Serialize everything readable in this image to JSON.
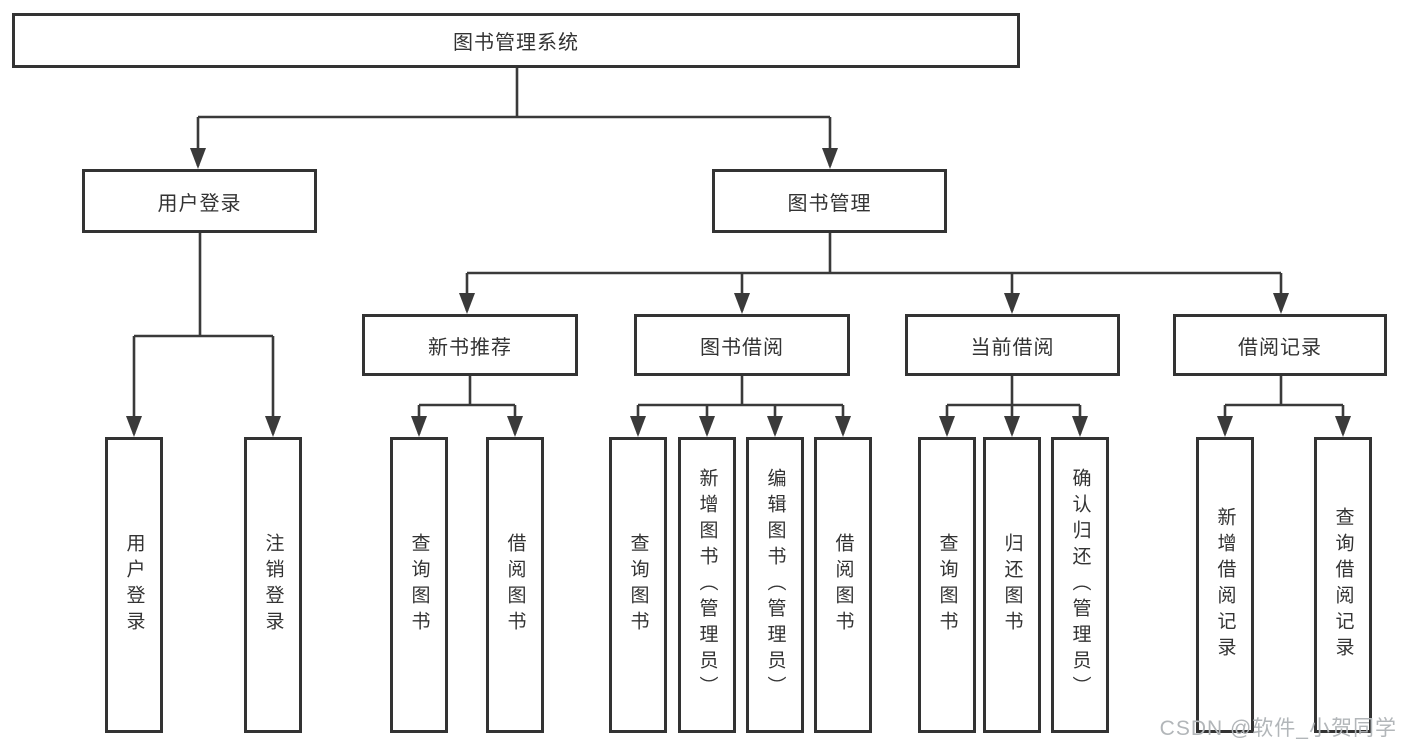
{
  "colors": {
    "line": "#3a3a3a",
    "box_border": "#333333",
    "text": "#333333",
    "background": "#ffffff",
    "watermark": "#b2b6b9"
  },
  "watermark": "CSDN @软件_小贺同学",
  "nodes": {
    "root": "图书管理系统",
    "user_login": "用户登录",
    "book_mgmt": "图书管理",
    "new_book_rec": "新书推荐",
    "book_borrow": "图书借阅",
    "current_borrow": "当前借阅",
    "borrow_records": "借阅记录",
    "leaf_user_login": "用户登录",
    "leaf_logout": "注销登录",
    "leaf_nbr_query_book": "查询图书",
    "leaf_nbr_borrow_book": "借阅图书",
    "leaf_bb_query_book": "查询图书",
    "leaf_bb_add_book": "新增图书（管理员）",
    "leaf_bb_edit_book": "编辑图书（管理员）",
    "leaf_bb_borrow_book": "借阅图书",
    "leaf_cb_query_book": "查询图书",
    "leaf_cb_return_book": "归还图书",
    "leaf_cb_confirm_return": "确认归还（管理员）",
    "leaf_br_add_record": "新增借阅记录",
    "leaf_br_query_record": "查询借阅记录"
  },
  "hierarchy": {
    "图书管理系统": [
      "用户登录",
      "图书管理"
    ],
    "用户登录": [
      "用户登录",
      "注销登录"
    ],
    "图书管理": [
      "新书推荐",
      "图书借阅",
      "当前借阅",
      "借阅记录"
    ],
    "新书推荐": [
      "查询图书",
      "借阅图书"
    ],
    "图书借阅": [
      "查询图书",
      "新增图书（管理员）",
      "编辑图书（管理员）",
      "借阅图书"
    ],
    "当前借阅": [
      "查询图书",
      "归还图书",
      "确认归还（管理员）"
    ],
    "借阅记录": [
      "新增借阅记录",
      "查询借阅记录"
    ]
  }
}
